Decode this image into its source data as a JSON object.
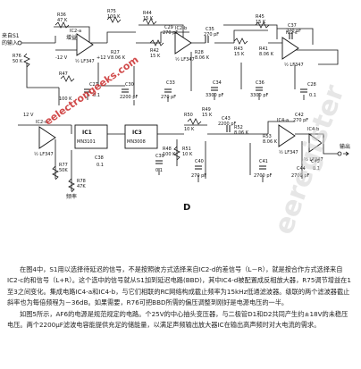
{
  "schematic": {
    "inputs": {
      "input_a": "来自S1",
      "input_b": "的输入",
      "output": "输出"
    },
    "opamps": [
      {
        "id": "ic2a",
        "ref": "IC2-a",
        "part": "½ LF347"
      },
      {
        "id": "ic2b",
        "ref": "IC2-b",
        "part": "½ LF347"
      },
      {
        "id": "ic2c",
        "ref": "IC2-c",
        "part": "½ LF347"
      },
      {
        "id": "ic2d",
        "ref": "IC2-d",
        "part": "½ LF347"
      },
      {
        "id": "ic4a",
        "ref": "IC4-a",
        "part": "½ LF347"
      },
      {
        "id": "ic4b",
        "ref": "IC4-b",
        "part": "½ LF347"
      }
    ],
    "chips": [
      {
        "id": "ic1",
        "ref": "IC1",
        "part": "MN3101"
      },
      {
        "id": "ic3",
        "ref": "IC3",
        "part": "MN3008"
      }
    ],
    "resistors": [
      {
        "ref": "R36",
        "value": "47 K"
      },
      {
        "ref": "R75",
        "value": "100 K"
      },
      {
        "ref": "R44",
        "value": "15 K"
      },
      {
        "ref": "R42",
        "value": "15 K"
      },
      {
        "ref": "R43",
        "value": "15 K"
      },
      {
        "ref": "R45",
        "value": "15 K"
      },
      {
        "ref": "R27",
        "value": "8.06 K"
      },
      {
        "ref": "R28",
        "value": "8.06 K"
      },
      {
        "ref": "R41",
        "value": "8.06 K"
      },
      {
        "ref": "R76",
        "value": "50 K"
      },
      {
        "ref": "R47",
        "value": "100 K"
      },
      {
        "ref": "R50",
        "value": "10 K"
      },
      {
        "ref": "R49",
        "value": "15 K"
      },
      {
        "ref": "R48",
        "value": "100 K"
      },
      {
        "ref": "R51",
        "value": "10 K"
      },
      {
        "ref": "R52",
        "value": "8.06 K"
      },
      {
        "ref": "R53",
        "value": "8.06 K"
      },
      {
        "ref": "R77",
        "value": "50K"
      },
      {
        "ref": "R78",
        "value": "47K"
      }
    ],
    "capacitors": [
      {
        "ref": "C27",
        "value": "0.1"
      },
      {
        "ref": "C28",
        "value": "0.1"
      },
      {
        "ref": "C29",
        "value": "270 pF"
      },
      {
        "ref": "C30",
        "value": "2200 pF"
      },
      {
        "ref": "C33",
        "value": "270 pF"
      },
      {
        "ref": "C34",
        "value": "3300 pF"
      },
      {
        "ref": "C35",
        "value": "270 pF"
      },
      {
        "ref": "C36",
        "value": "3300 pF"
      },
      {
        "ref": "C37",
        "value": "270 pF"
      },
      {
        "ref": "C38",
        "value": "0.1"
      },
      {
        "ref": "C39",
        "value": "0.1"
      },
      {
        "ref": "C40",
        "value": "270 pF"
      },
      {
        "ref": "C41",
        "value": "2700 pF"
      },
      {
        "ref": "C42",
        "value": "270 pF"
      },
      {
        "ref": "C43",
        "value": "2200 pF"
      },
      {
        "ref": "C44",
        "value": "2700 pF"
      },
      {
        "ref": "C45",
        "value": "0.1"
      }
    ],
    "supply": {
      "pos": "+12 V",
      "neg": "-12 V",
      "neg2": "12 V"
    },
    "controls": {
      "r76_label": "增益",
      "r77_label": "频率"
    },
    "figure_letter": "D"
  },
  "caption": {
    "p1": "在图4中，S1用以选择待延迟的信号，不是按照彼方式选择来自IC2-d的差信号（L－R），就是按合作方式选择来自IC2-c的和信号（L+R）。这个选中的信号就从S1加到延迟电路(BBD)，其中IC4-d被配置成反相放大器，R75调节增益在1至3之间变化。集成电路IC4-a和IC4-b，与它们相联的RC网络构成截止频率为15kHz低通滤波器。级联的两个滤波器截止斜率也为每倍频程为－36dB。如果需要，R76可把BBD所需的偏压调整到刚好是电源电压的一半。",
    "p2": "如图5所示，AF6的电源是规范规定的电路。个25V的中心抽头变压器，与二极管D1和D2共同产生约±18V的未稳压电压。两个2200μF滤波电容能提供充足的储能量，以满足声频输出放大器IC在输出高声频时对大电流的需求。"
  },
  "watermarks": {
    "site": "eelectrongeeks.com",
    "vertical": "eeregister"
  }
}
